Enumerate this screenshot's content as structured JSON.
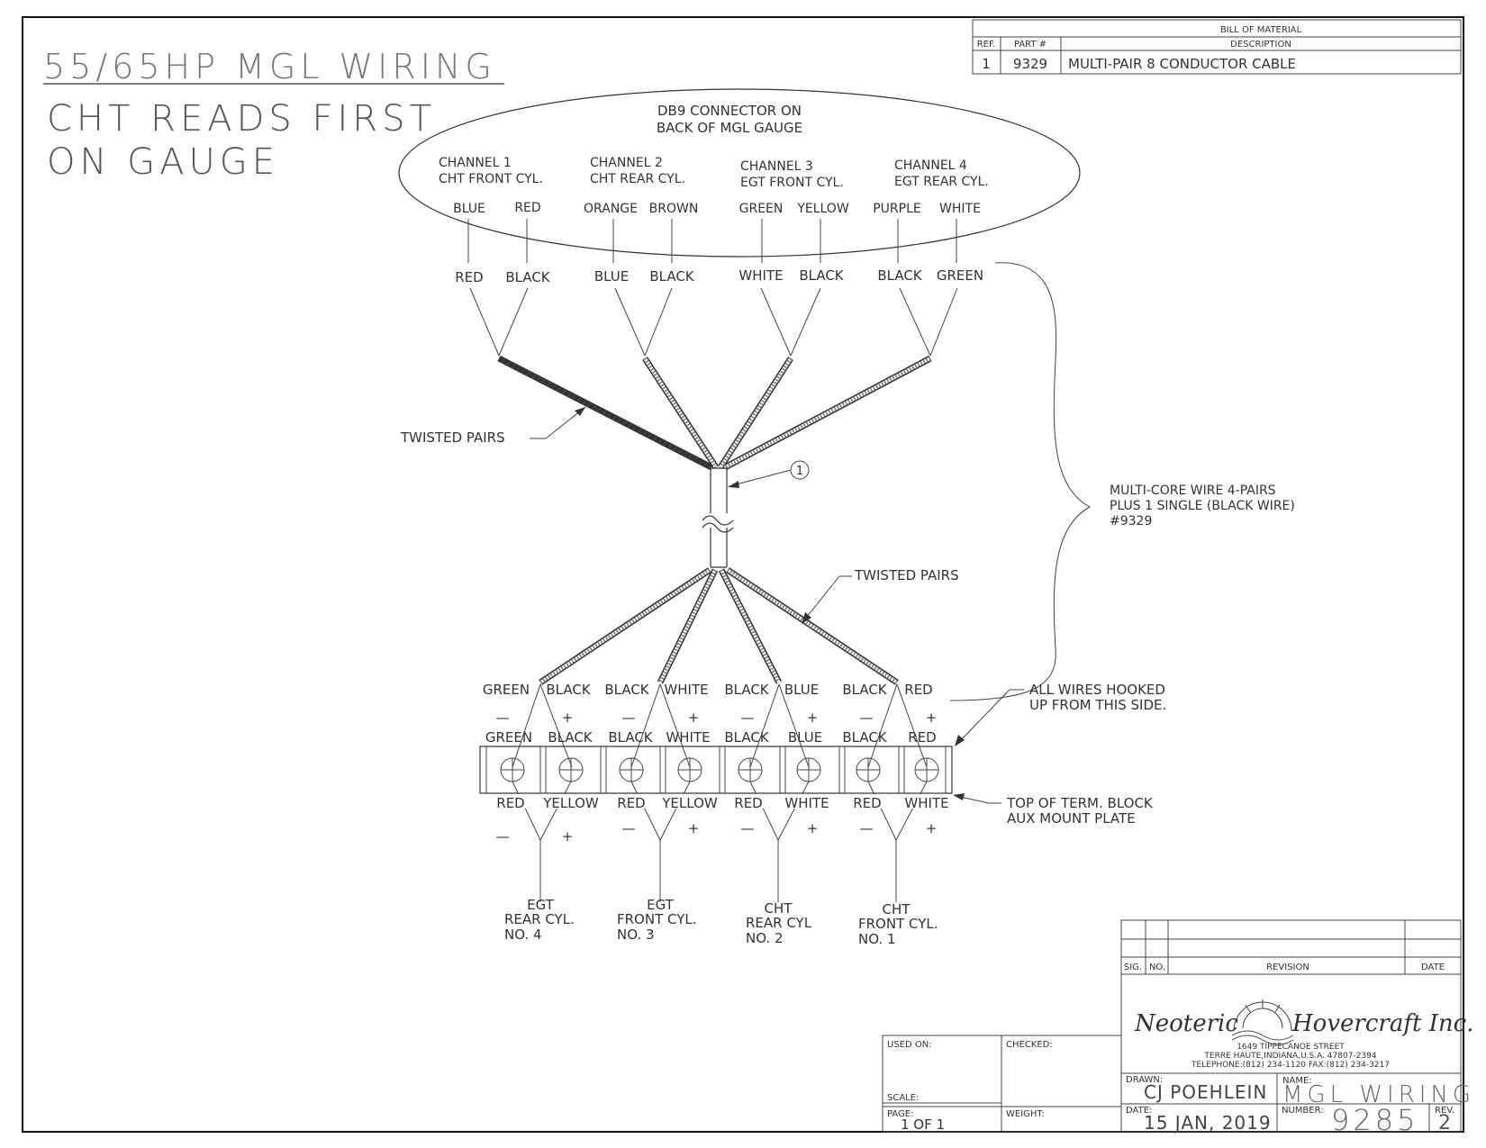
{
  "drawing": {
    "title": "55/65HP MGL WIRING",
    "subtitle_line1": "CHT READS FIRST",
    "subtitle_line2": "ON GAUGE"
  },
  "bom": {
    "header": "BILL OF MATERIAL",
    "col_ref": "REF.",
    "col_part": "PART #",
    "col_desc": "DESCRIPTION",
    "row": {
      "ref": "1",
      "part": "9329",
      "desc": "MULTI-PAIR 8 CONDUCTOR CABLE"
    }
  },
  "connector": {
    "title_line1": "DB9 CONNECTOR ON",
    "title_line2": "BACK OF MGL GAUGE",
    "channels": [
      {
        "name": "CHANNEL 1",
        "desc": "CHT FRONT CYL.",
        "wire_a": "BLUE",
        "wire_b": "RED",
        "pair_a": "RED",
        "pair_b": "BLACK"
      },
      {
        "name": "CHANNEL 2",
        "desc": "CHT REAR CYL.",
        "wire_a": "ORANGE",
        "wire_b": "BROWN",
        "pair_a": "BLUE",
        "pair_b": "BLACK"
      },
      {
        "name": "CHANNEL 3",
        "desc": "EGT FRONT CYL.",
        "wire_a": "GREEN",
        "wire_b": "YELLOW",
        "pair_a": "WHITE",
        "pair_b": "BLACK"
      },
      {
        "name": "CHANNEL 4",
        "desc": "EGT REAR CYL.",
        "wire_a": "PURPLE",
        "wire_b": "WHITE",
        "pair_a": "BLACK",
        "pair_b": "GREEN"
      }
    ]
  },
  "labels": {
    "twisted_pairs_upper": "TWISTED PAIRS",
    "twisted_pairs_lower": "TWISTED PAIRS",
    "balloon": "1",
    "multicore_line1": "MULTI-CORE WIRE 4-PAIRS",
    "multicore_line2": "PLUS 1 SINGLE (BLACK WIRE)",
    "multicore_line3": "#9329",
    "all_wires_line1": "ALL WIRES HOOKED",
    "all_wires_line2": "UP FROM THIS SIDE.",
    "top_block_line1": "TOP OF TERM. BLOCK",
    "top_block_line2": "AUX MOUNT PLATE",
    "minus": "—",
    "plus": "+"
  },
  "terminal": {
    "top_labels": [
      "GREEN",
      "BLACK",
      "BLACK",
      "WHITE",
      "BLACK",
      "BLUE",
      "BLACK",
      "RED"
    ],
    "block_labels": [
      "GREEN",
      "BLACK",
      "BLACK",
      "WHITE",
      "BLACK",
      "BLUE",
      "BLACK",
      "RED"
    ],
    "bottom_labels": [
      "RED",
      "YELLOW",
      "RED",
      "YELLOW",
      "RED",
      "WHITE",
      "RED",
      "WHITE"
    ]
  },
  "sensors": [
    {
      "line1": "EGT",
      "line2": "REAR CYL.",
      "line3": "NO. 4"
    },
    {
      "line1": "EGT",
      "line2": "FRONT CYL.",
      "line3": "NO. 3"
    },
    {
      "line1": "CHT",
      "line2": "REAR CYL",
      "line3": "NO. 2"
    },
    {
      "line1": "CHT",
      "line2": "FRONT CYL.",
      "line3": "NO. 1"
    }
  ],
  "revision": {
    "col_sig": "SIG.",
    "col_no": "NO.",
    "col_rev": "REVISION",
    "col_date": "DATE"
  },
  "company": {
    "name_left": "Neoteric",
    "name_right": "Hovercraft Inc.",
    "address1": "1649 TIPPECANOE STREET",
    "address2": "TERRE HAUTE,INDIANA,U.S.A. 47807-2394",
    "address3": "TELEPHONE:(812) 234-1120     FAX:(812) 234-3217"
  },
  "titleblock": {
    "used_on_label": "USED ON:",
    "checked_label": "CHECKED:",
    "scale_label": "SCALE:",
    "page_label": "PAGE:",
    "page_value": "1  OF  1",
    "weight_label": "WEIGHT:",
    "drawn_label": "DRAWN:",
    "drawn_value": "CJ POEHLEIN",
    "name_label": "NAME:",
    "name_value": "MGL WIRING",
    "date_label": "DATE:",
    "date_value": "15 JAN, 2019",
    "number_label": "NUMBER:",
    "number_value": "9285",
    "rev_label": "REV.",
    "rev_value": "2"
  }
}
